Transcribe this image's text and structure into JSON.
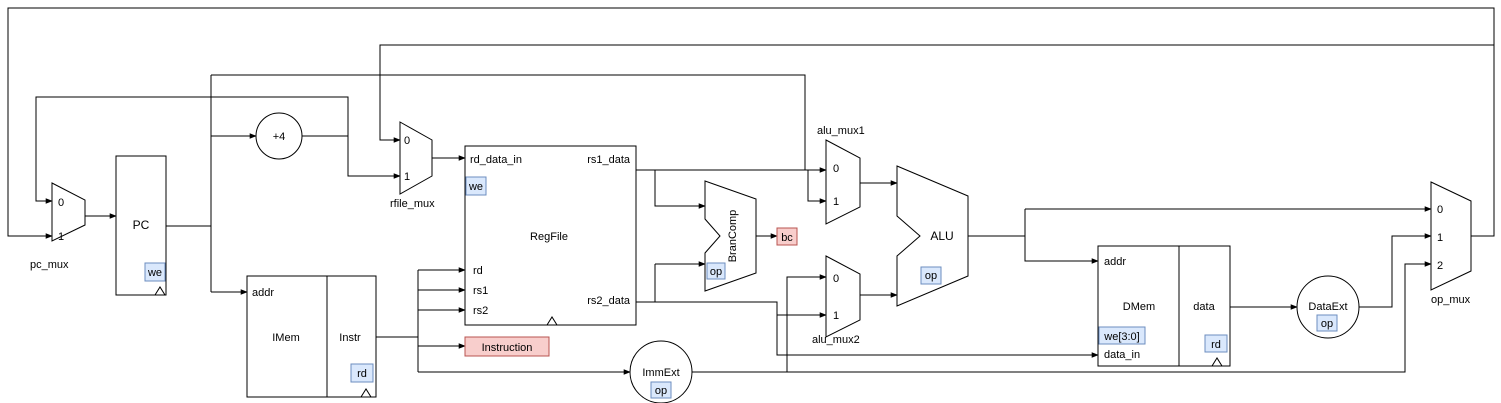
{
  "blocks": {
    "pc_mux": {
      "label": "pc_mux",
      "in0": "0",
      "in1": "1"
    },
    "pc": {
      "label": "PC",
      "we": "we"
    },
    "plus4": {
      "label": "+4"
    },
    "rfile_mux": {
      "label": "rfile_mux",
      "in0": "0",
      "in1": "1"
    },
    "regfile": {
      "label": "RegFile",
      "rd_data_in": "rd_data_in",
      "we": "we",
      "rd": "rd",
      "rs1": "rs1",
      "rs2": "rs2",
      "rs1_data": "rs1_data",
      "rs2_data": "rs2_data"
    },
    "imem": {
      "label": "IMem",
      "addr": "addr",
      "instr": "Instr",
      "rd": "rd"
    },
    "instruction": {
      "label": "Instruction"
    },
    "immext": {
      "label": "ImmExt",
      "op": "op"
    },
    "brancomp": {
      "label": "BranComp",
      "op": "op"
    },
    "bc": {
      "label": "bc"
    },
    "alu_mux1": {
      "label": "alu_mux1",
      "in0": "0",
      "in1": "1"
    },
    "alu_mux2": {
      "label": "alu_mux2",
      "in0": "0",
      "in1": "1"
    },
    "alu": {
      "label": "ALU",
      "op": "op"
    },
    "dmem": {
      "label": "DMem",
      "addr": "addr",
      "data_in": "data_in",
      "we": "we[3:0]",
      "data": "data",
      "rd": "rd"
    },
    "dataext": {
      "label": "DataExt",
      "op": "op"
    },
    "op_mux": {
      "label": "op_mux",
      "in0": "0",
      "in1": "1",
      "in2": "2"
    }
  },
  "colors": {
    "tag_blue_fill": "#dae8fc",
    "tag_blue_stroke": "#6c8ebf",
    "tag_red_fill": "#f8cecc",
    "tag_red_stroke": "#b85450"
  }
}
